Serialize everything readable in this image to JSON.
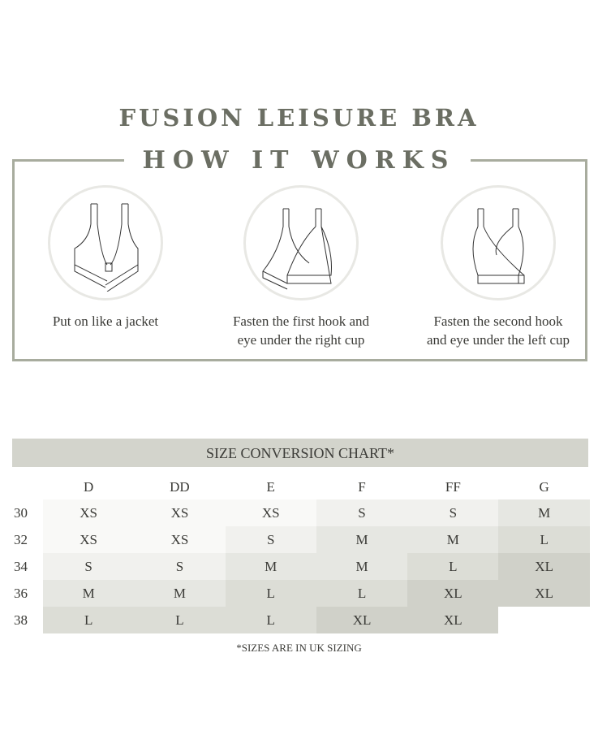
{
  "header": {
    "title": "FUSION LEISURE BRA",
    "subtitle": "HOW IT WORKS"
  },
  "steps": [
    {
      "icon": "bra-open-icon",
      "caption_lines": [
        "Put on like a jacket"
      ]
    },
    {
      "icon": "bra-first-hook-icon",
      "caption_lines": [
        "Fasten the first hook and",
        "eye under the right cup"
      ]
    },
    {
      "icon": "bra-second-hook-icon",
      "caption_lines": [
        "Fasten the second hook",
        "and eye under the left cup"
      ]
    }
  ],
  "size_chart": {
    "title": "SIZE CONVERSION CHART*",
    "columns": [
      "D",
      "DD",
      "E",
      "F",
      "FF",
      "G"
    ],
    "rows": [
      {
        "band": "30",
        "sizes": [
          "XS",
          "XS",
          "XS",
          "S",
          "S",
          "M"
        ]
      },
      {
        "band": "32",
        "sizes": [
          "XS",
          "XS",
          "S",
          "M",
          "M",
          "L"
        ]
      },
      {
        "band": "34",
        "sizes": [
          "S",
          "S",
          "M",
          "M",
          "L",
          "XL"
        ]
      },
      {
        "band": "36",
        "sizes": [
          "M",
          "M",
          "L",
          "L",
          "XL",
          "XL"
        ]
      },
      {
        "band": "38",
        "sizes": [
          "L",
          "L",
          "L",
          "XL",
          "XL",
          ""
        ]
      }
    ],
    "footnote": "*SIZES ARE IN UK SIZING",
    "size_colors": {
      "XS": "#f9f9f7",
      "S": "#f1f1ee",
      "M": "#e6e7e2",
      "L": "#dcddd6",
      "XL": "#d0d1c9"
    }
  }
}
